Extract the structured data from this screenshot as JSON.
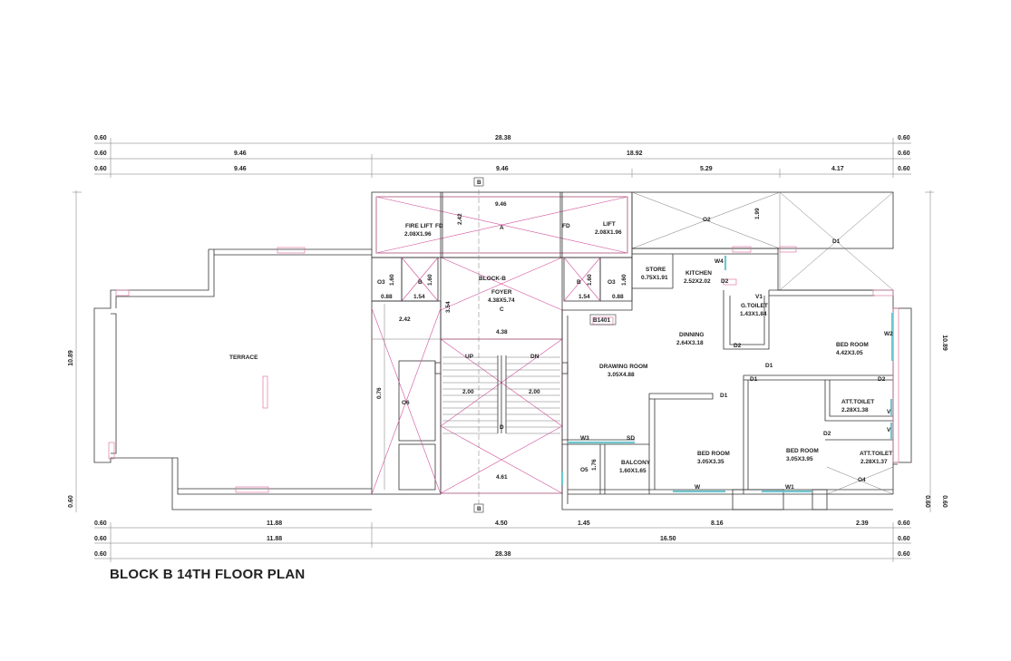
{
  "title": "BLOCK B 14TH FLOOR PLAN",
  "dimensions": {
    "top_row1": [
      "0.60",
      "28.38",
      "0.60"
    ],
    "top_row2": [
      "0.60",
      "9.46",
      "18.92",
      "0.60"
    ],
    "top_row3": [
      "0.60",
      "9.46",
      "9.46",
      "5.29",
      "4.17",
      "0.60"
    ],
    "bottom_row1": [
      "0.60",
      "11.88",
      "4.50",
      "1.45",
      "8.16",
      "2.39",
      "0.60"
    ],
    "bottom_row2": [
      "0.60",
      "11.88",
      "16.50",
      "0.60"
    ],
    "bottom_row3": [
      "0.60",
      "28.38",
      "0.60"
    ],
    "left_height": "10.89",
    "left_small": "0.60",
    "right_height": "10.89",
    "right_small1": "0.60",
    "right_small2": "0.60"
  },
  "markers": {
    "section_b_top": "B",
    "section_b_bottom": "B",
    "grid_a": "A",
    "grid_c": "C",
    "grid_d": "D",
    "unit_tag": "B1401"
  },
  "rooms": {
    "terrace": "TERRACE",
    "fire_lift_name": "FIRE LIFT",
    "fire_lift_size": "2.08X1.96",
    "lift_name": "LIFT",
    "lift_size": "2.08X1.96",
    "block": "BLOCK-B",
    "foyer_name": "FOYER",
    "foyer_size": "4.38X5.74",
    "store_name": "STORE",
    "store_size": "0.75X1.91",
    "kitchen_name": "KITCHEN",
    "kitchen_size": "2.52X2.02",
    "gtoilet_name": "G.TOILET",
    "gtoilet_size": "1.43X1.84",
    "dinning_name": "DINNING",
    "dinning_size": "2.64X3.18",
    "drawing_name": "DRAWING ROOM",
    "drawing_size": "3.05X4.88",
    "bed1_name": "BED ROOM",
    "bed1_size": "4.42X3.05",
    "att1_name": "ATT.TOILET",
    "att1_size": "2.28X1.38",
    "bed2_name": "BED ROOM",
    "bed2_size": "3.05X3.35",
    "bed3_name": "BED ROOM",
    "bed3_size": "3.05X3.95",
    "att2_name": "ATT.TOILET",
    "att2_size": "2.28X1.37",
    "balcony_name": "BALCONY",
    "balcony_size": "1.60X1.65"
  },
  "plan_dims": {
    "lobby_width": "9.46",
    "lift_depth": "2.42",
    "duct_left_h": "1.60",
    "duct_left_w": "0.88",
    "b_left_h": "1.60",
    "b_left_w": "1.54",
    "b_right_h": "1.60",
    "b_right_w": "1.54",
    "duct_right_h": "1.60",
    "duct_right_w": "0.88",
    "foyer_depth": "3.54",
    "lobby_side": "2.42",
    "foyer_width": "4.38",
    "stair_left": "2.00",
    "stair_right": "2.00",
    "stair_bottom": "4.61",
    "shaft_h": "0.76",
    "balcony_h": "1.76",
    "o2_h": "1.99"
  },
  "openings": {
    "fd_left": "FD",
    "fd_right": "FD",
    "b_left": "B",
    "b_right": "B",
    "o3_left": "O3",
    "o3_right": "O3",
    "o6": "O6",
    "o5": "O5",
    "o2": "O2",
    "o4": "O4",
    "d1_top": "D1",
    "up": "UP",
    "dn": "DN",
    "w4": "W4",
    "d2_kitchen": "D2",
    "v1": "V1",
    "w2": "W2",
    "d2_dinning": "D2",
    "d1_bed": "D1",
    "d1_hall": "D1",
    "d2_bed": "D2",
    "d1_drawing": "D1",
    "v_att1": "V",
    "v_att2": "V",
    "d2_bed3": "D2",
    "w3": "W3",
    "sd": "SD",
    "w": "W",
    "w1": "W1"
  }
}
